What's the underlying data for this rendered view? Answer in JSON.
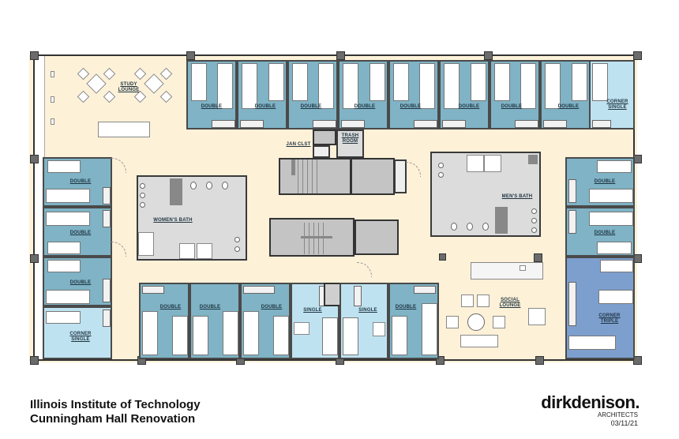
{
  "project": {
    "client": "Illinois Institute of Technology",
    "name": "Cunningham Hall Renovation"
  },
  "firm": {
    "logo": "dirkdenison.",
    "subtitle": "ARCHITECTS",
    "date": "03/11/21"
  },
  "colors": {
    "corridor": "#fdf1d8",
    "double_room": "#7fb3c5",
    "single_room": "#bfe2f0",
    "triple_room": "#7d9fce",
    "bath": "#dcdcdc",
    "core": "#c4c4c4",
    "wall": "#4a4a4a"
  },
  "rooms": {
    "study_lounge": "STUDY\nLOUNGE",
    "top": [
      "DOUBLE",
      "DOUBLE",
      "DOUBLE",
      "DOUBLE",
      "DOUBLE",
      "DOUBLE",
      "DOUBLE",
      "DOUBLE"
    ],
    "top_corner": "CORNER\nSINGLE",
    "jan_clst": "JAN CLST",
    "trash_room": "TRASH\nROOM",
    "left": [
      "DOUBLE",
      "DOUBLE",
      "DOUBLE"
    ],
    "left_corner": "CORNER\nSINGLE",
    "womens_bath": "WOMEN'S BATH",
    "mens_bath": "MEN'S BATH",
    "right": [
      "DOUBLE",
      "DOUBLE"
    ],
    "right_corner": "CORNER\nTRIPLE",
    "bottom": [
      "DOUBLE",
      "DOUBLE",
      "DOUBLE",
      "SINGLE",
      "SINGLE",
      "DOUBLE"
    ],
    "social_lounge": "SOCIAL\nLOUNGE"
  }
}
